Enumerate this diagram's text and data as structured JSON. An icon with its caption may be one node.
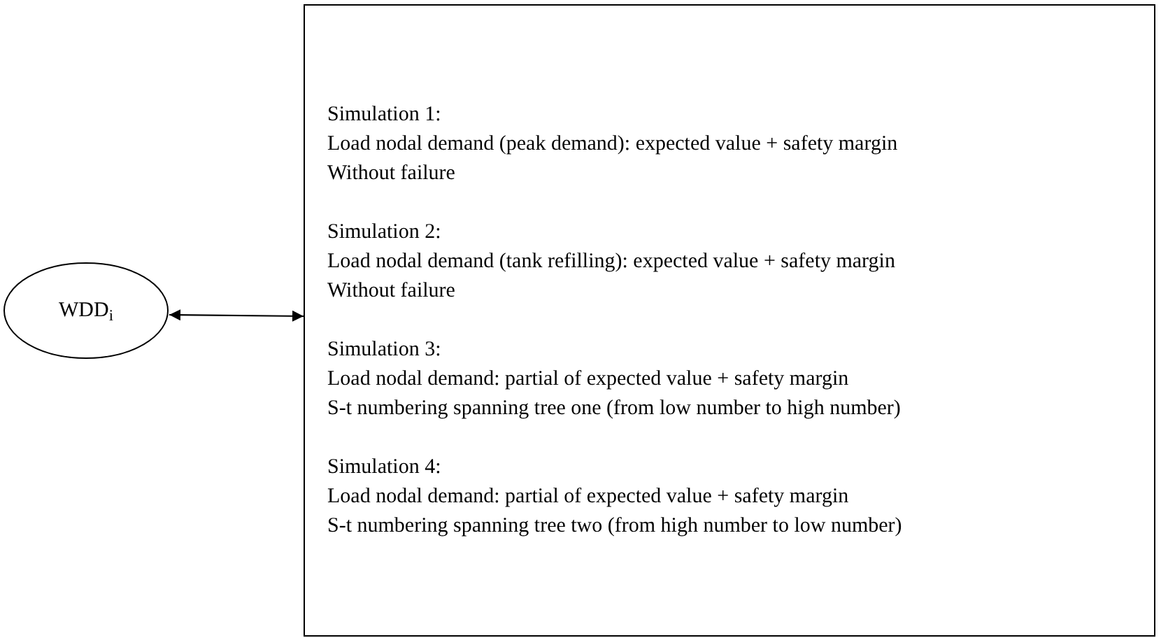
{
  "diagram": {
    "nodes": [
      {
        "text": [
          "WDD$_{i}$"
        ]
      },
      {
        "text": [
          "Simulation 1:",
          "Load nodal demand (peak demand): expected value + safety margin",
          "Without failure",
          "Simulation 2:",
          "Load nodal demand (tank refilling): expected value + safety margin",
          "Without failure",
          "Simulation 3:",
          "Load nodal demand: partial of expected value + safety margin",
          "S-t numbering spanning tree one (from low number to high number)",
          "Simulation 4:",
          "Load nodal demand: partial of expected value + safety margin",
          "S-t numbering spanning tree two (from high number to low number)"
        ]
      }
    ],
    "edges": [
      {
        "from": 0,
        "to": 1,
        "arrow": "both"
      }
    ]
  }
}
